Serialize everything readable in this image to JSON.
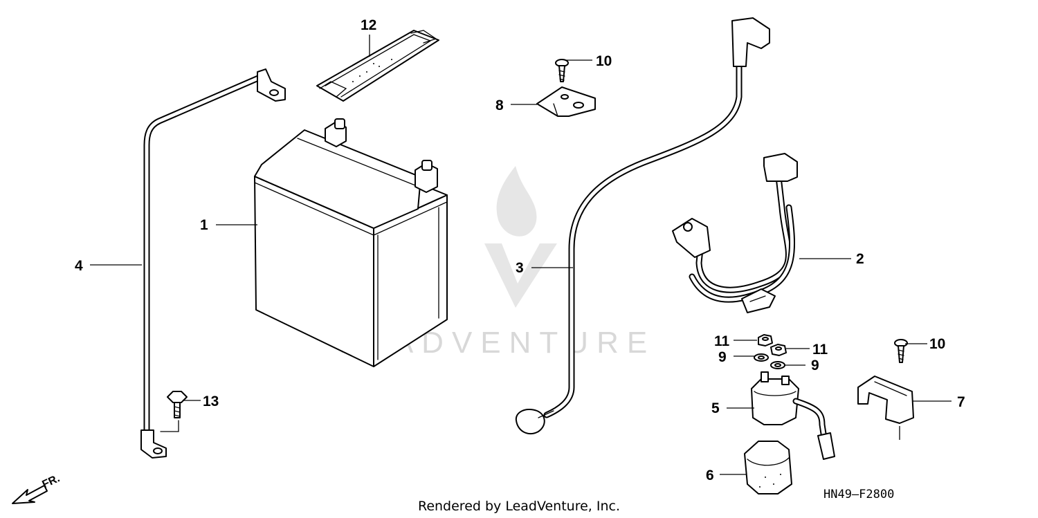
{
  "watermark": "LEADVENTURE",
  "footer": "Rendered by LeadVenture, Inc.",
  "diagram_code": "HN49—F2800",
  "front_indicator": "FR.",
  "callouts": {
    "p1": "1",
    "p2": "2",
    "p3": "3",
    "p4": "4",
    "p5": "5",
    "p6": "6",
    "p7": "7",
    "p8": "8",
    "p9a": "9",
    "p9b": "9",
    "p10a": "10",
    "p10b": "10",
    "p11a": "11",
    "p11b": "11",
    "p12": "12",
    "p13": "13"
  }
}
